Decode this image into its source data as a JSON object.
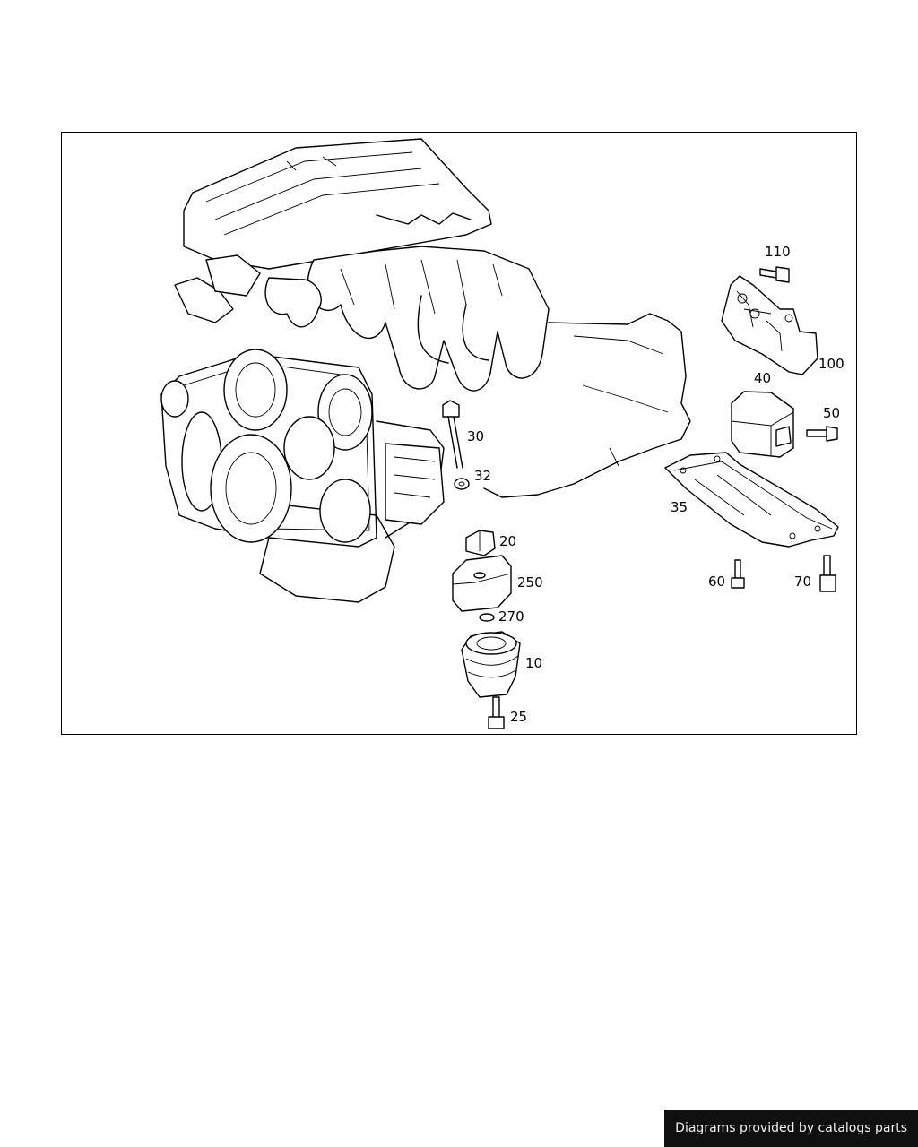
{
  "diagram": {
    "callouts": {
      "c110": "110",
      "c100": "100",
      "c40": "40",
      "c50": "50",
      "c30": "30",
      "c32": "32",
      "c35": "35",
      "c20": "20",
      "c250": "250",
      "c270": "270",
      "c60": "60",
      "c70": "70",
      "c10": "10",
      "c25": "25"
    }
  },
  "footer": {
    "text": "Diagrams provided by catalogs parts"
  }
}
